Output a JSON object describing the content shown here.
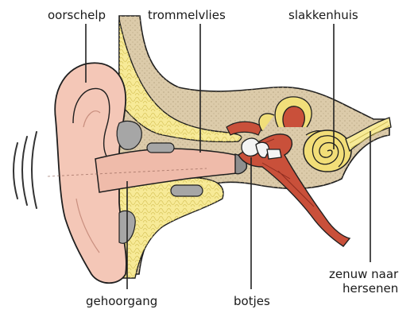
{
  "labels": {
    "oorschelp": "oorschelp",
    "trommelvlies": "trommelvlies",
    "slakkenhuis": "slakkenhuis",
    "zenuw_line1": "zenuw naar",
    "zenuw_line2": "hersenen",
    "gehoorgang": "gehoorgang",
    "botjes": "botjes"
  },
  "colors": {
    "skin": "#f4c6b6",
    "skin_dark": "#e8a995",
    "canal": "#eeb9a9",
    "fat": "#f8ec9a",
    "bone": "#d9c9a6",
    "bone_dots": "#bba985",
    "cochlea": "#f1df7a",
    "muscle": "#c84a36",
    "gray_part": "#9a9a9a",
    "outline": "#1f1f1f",
    "leader": "#222222"
  }
}
